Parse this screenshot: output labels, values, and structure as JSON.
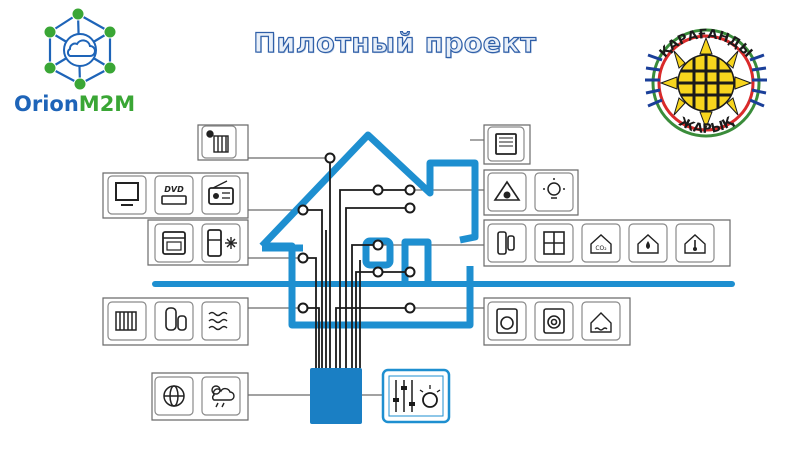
{
  "title": "Пилотный проект",
  "logo_left": {
    "text_part1": "Orion",
    "text_part2": "M2M"
  },
  "logo_right": {
    "top_text": "ҚАРАҒАНДЫ",
    "bottom_text": "ЖАРЫҚ"
  },
  "devices": {
    "dvd_label": "DVD",
    "co2_label": "CO₂"
  },
  "colors": {
    "house_blue": "#1e8fd0",
    "controller_blue": "#1a7fc4",
    "frame_gray": "#6b6b6b",
    "brand_blue": "#1e64b8",
    "brand_green": "#3aa635",
    "emblem_yellow": "#f7d51d"
  }
}
